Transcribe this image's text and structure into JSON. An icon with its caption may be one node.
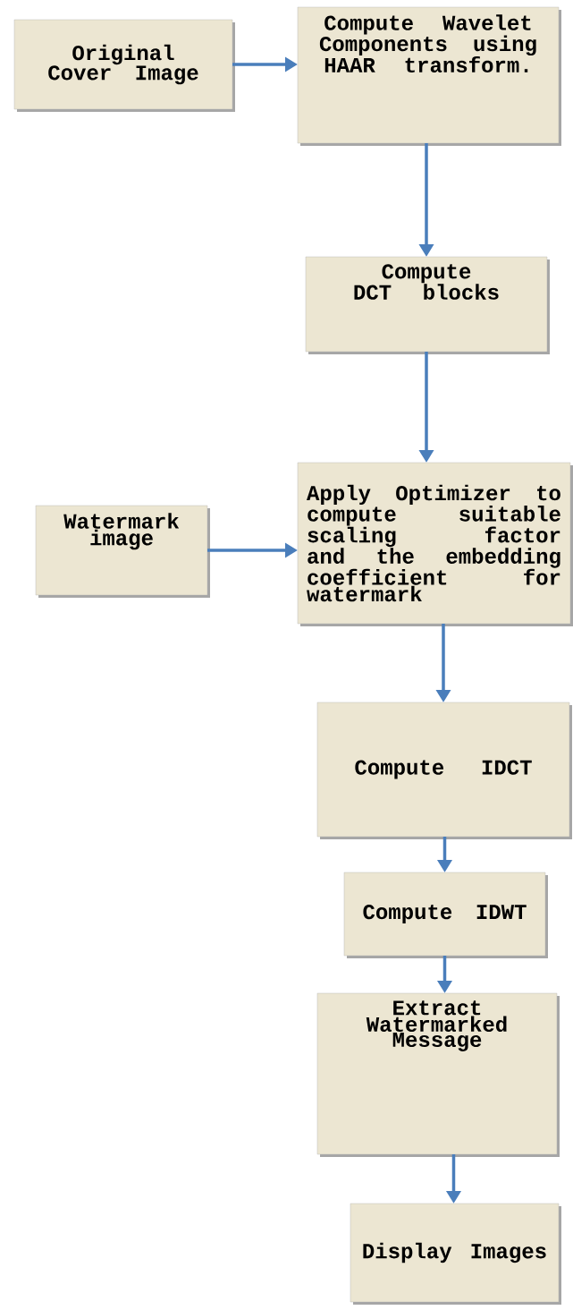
{
  "diagram": {
    "nodes": [
      {
        "text": [
          "Original Cover Image"
        ]
      },
      {
        "text": [
          "Compute Wavelet Components using HAAR transform."
        ]
      },
      {
        "text": [
          "Compute DCT blocks"
        ]
      },
      {
        "text": [
          "Watermark image"
        ]
      },
      {
        "text": [
          "Apply Optimizer to compute suitable scaling factor and the embedding coefficient for watermark"
        ]
      },
      {
        "text": [
          "Compute IDCT"
        ]
      },
      {
        "text": [
          "Compute IDWT"
        ]
      },
      {
        "text": [
          "Extract Watermarked Message"
        ]
      },
      {
        "text": [
          "Display Images"
        ]
      }
    ],
    "edges": [
      {
        "from": 0,
        "to": 1,
        "arrow": "to"
      },
      {
        "from": 1,
        "to": 2,
        "arrow": "to"
      },
      {
        "from": 2,
        "to": 4,
        "arrow": "to"
      },
      {
        "from": 3,
        "to": 4,
        "arrow": "to"
      },
      {
        "from": 4,
        "to": 5,
        "arrow": "to"
      },
      {
        "from": 5,
        "to": 6,
        "arrow": "to"
      },
      {
        "from": 6,
        "to": 7,
        "arrow": "to"
      },
      {
        "from": 7,
        "to": 8,
        "arrow": "to"
      }
    ]
  }
}
